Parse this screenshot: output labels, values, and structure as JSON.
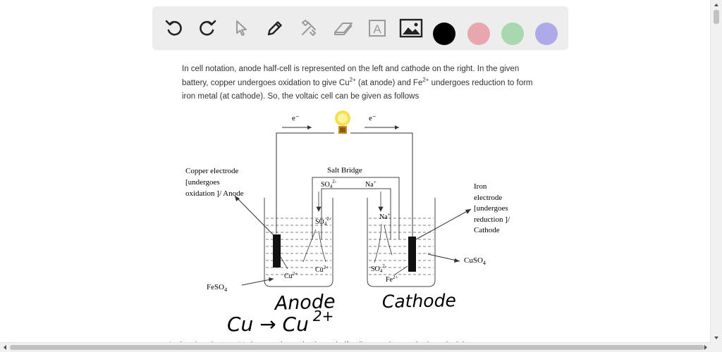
{
  "toolbar": {
    "tools": [
      {
        "name": "undo-icon"
      },
      {
        "name": "redo-icon"
      },
      {
        "name": "pointer-icon"
      },
      {
        "name": "pen-icon"
      },
      {
        "name": "tools-icon"
      },
      {
        "name": "eraser-icon"
      },
      {
        "name": "text-icon",
        "glyph": "A"
      },
      {
        "name": "image-icon"
      }
    ],
    "colors": [
      "#000000",
      "#e8a7ae",
      "#a9d7b0",
      "#aeaaea"
    ]
  },
  "paragraph": {
    "p1": "In cell notation, anode half-cell is represented on the left and cathode on the right. In the given battery, copper undergoes oxidation to give Cu",
    "sup1": "2+",
    "p2": " (at anode) and Fe",
    "sup2": "2+",
    "p3": " undergoes reduction to form iron metal (at cathode). So, the voltaic cell can be given as follows"
  },
  "diagram": {
    "electron_left": "e⁻",
    "electron_right": "e⁻",
    "salt_bridge": "Salt Bridge",
    "so4_bridge": "SO",
    "so4_bridge_sub": "4",
    "so4_bridge_sup": "2-",
    "na_bridge": "Na",
    "na_bridge_sup": "+",
    "copper_label": [
      "Copper electrode",
      "[undergoes",
      "oxidation ]/ Anode"
    ],
    "iron_label": [
      "Iron",
      "electrode",
      "[undergoes",
      "reduction ]/",
      "Cathode"
    ],
    "so4_left": "SO",
    "so4_left_sub": "4",
    "so4_left_sup": "2-",
    "cu_left": "Cu",
    "cu_left_sup": "2+",
    "cu2_left": "Cu",
    "cu2_left_sup": "2+",
    "na_right": "Na",
    "na_right_sup": "+",
    "so4_right": "SO",
    "so4_right_sub": "4",
    "so4_right_sup": "2-",
    "fe_right": "Fe",
    "fe_right_sup": "2+",
    "feso4": "FeSO",
    "feso4_sub": "4",
    "cuso4": "CuSO",
    "cuso4_sub": "4"
  },
  "handwriting": {
    "anode": "Anode",
    "cathode": "Cathode",
    "equation": "Cu → Cu",
    "equation_sup": "2+"
  },
  "bottom_text": "In the given battery, H. Cu ... and ... reduction ... half-cell ... anode ... cathode ... Cu it is ..."
}
